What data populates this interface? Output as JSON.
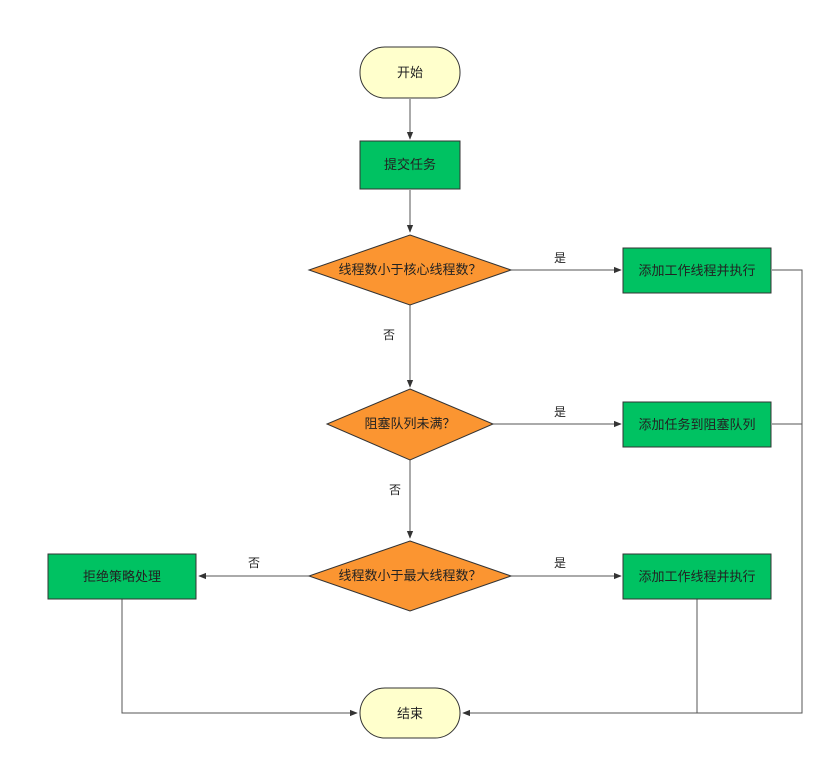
{
  "colors": {
    "terminal_fill": "#ffffcc",
    "process_fill": "#00c262",
    "decision_fill": "#fb9531",
    "stroke": "#333333",
    "line": "#555555"
  },
  "nodes": {
    "start": "开始",
    "submit_task": "提交任务",
    "decision_core": "线程数小于核心线程数？",
    "add_worker_1": "添加工作线程并执行",
    "decision_queue": "阻塞队列未满？",
    "add_to_queue": "添加任务到阻塞队列",
    "decision_max": "线程数小于最大线程数？",
    "add_worker_2": "添加工作线程并执行",
    "reject": "拒绝策略处理",
    "end": "结束"
  },
  "edge_labels": {
    "core_yes": "是",
    "core_no": "否",
    "queue_yes": "是",
    "queue_no": "否",
    "max_yes": "是",
    "max_no": "否"
  }
}
